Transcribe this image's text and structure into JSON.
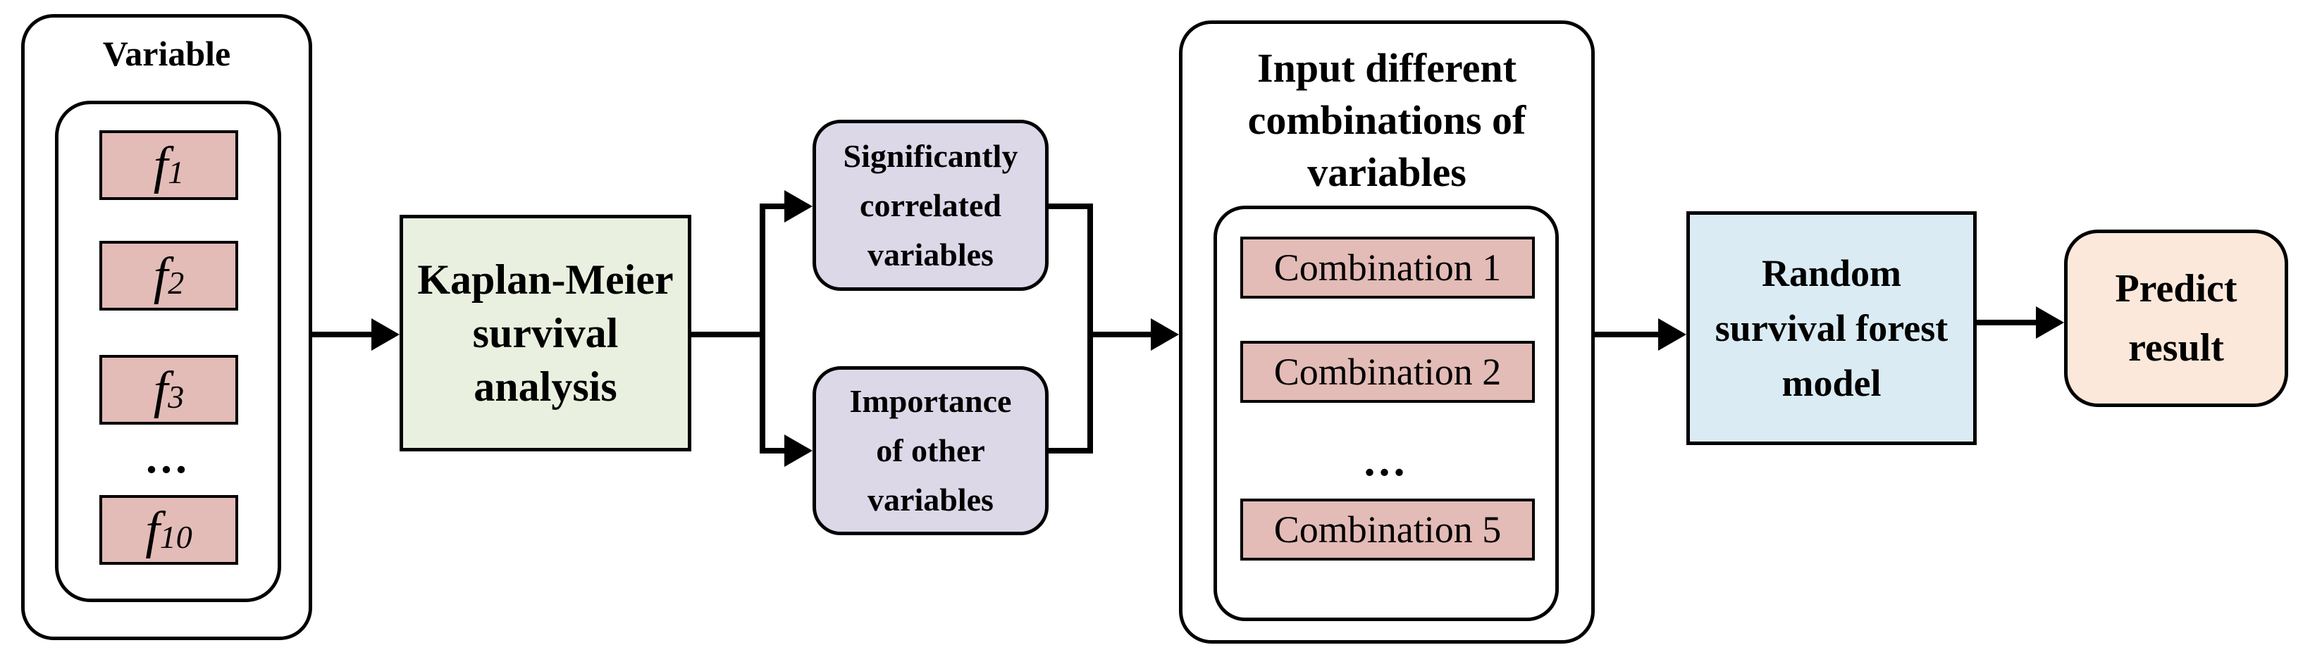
{
  "flowchart": {
    "variable_panel": {
      "title": "Variable",
      "features": [
        {
          "base": "f",
          "sub": "1"
        },
        {
          "base": "f",
          "sub": "2"
        },
        {
          "base": "f",
          "sub": "3"
        },
        {
          "base": "f",
          "sub": "10"
        }
      ],
      "ellipsis": "..."
    },
    "km_box": {
      "lines": [
        "Kaplan-Meier",
        "survival",
        "analysis"
      ]
    },
    "significant_box": {
      "lines": [
        "Significantly",
        "correlated",
        "variables"
      ]
    },
    "importance_box": {
      "lines": [
        "Importance",
        "of other",
        "variables"
      ]
    },
    "input_panel": {
      "title_lines": [
        "Input different",
        "combinations of",
        "variables"
      ],
      "combinations": [
        "Combination 1",
        "Combination 2",
        "Combination 5"
      ],
      "ellipsis": "..."
    },
    "rsf_box": {
      "lines": [
        "Random",
        "survival forest",
        "model"
      ]
    },
    "predict_box": {
      "lines": [
        "Predict",
        "result"
      ]
    },
    "colors": {
      "feature_fill": "#e3bbb7",
      "km_fill": "#eaf0e0",
      "derived_fill": "#dcd8e8",
      "rsf_fill": "#daebf3",
      "predict_fill": "#fce8da",
      "line": "#000000"
    }
  }
}
